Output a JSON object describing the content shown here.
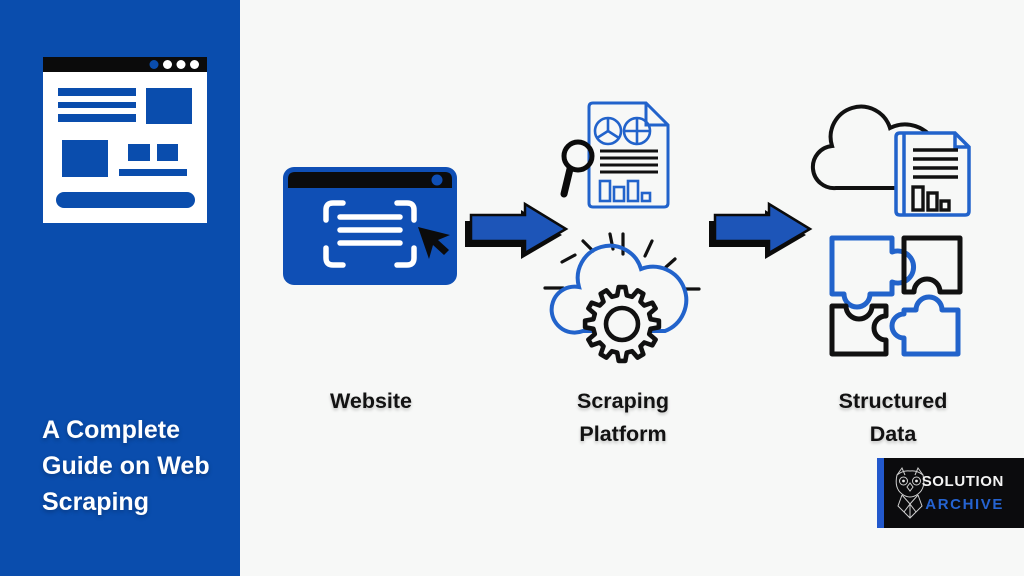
{
  "sidebar": {
    "title_lines": [
      "A Complete",
      "Guide on Web",
      "Scraping"
    ]
  },
  "diagram": {
    "steps": [
      {
        "id": "website",
        "lines": [
          "Website"
        ]
      },
      {
        "id": "scraping-platform",
        "lines": [
          "Scraping",
          "Platform"
        ]
      },
      {
        "id": "structured-data",
        "lines": [
          "Structured",
          "Data"
        ]
      }
    ]
  },
  "logo": {
    "name_top": "SOLUTION",
    "name_bottom": "ARCHIVE"
  },
  "colors": {
    "sidebar_blue": "#0a4dad",
    "window_blue": "#0f4fb5",
    "outline_blue": "#2263cb",
    "arrow_blue": "#1d55b8",
    "background": "#f7f8f7",
    "ink_black": "#111111",
    "logo_bg": "#0b0b0d",
    "logo_accent_blue": "#2563d0"
  }
}
